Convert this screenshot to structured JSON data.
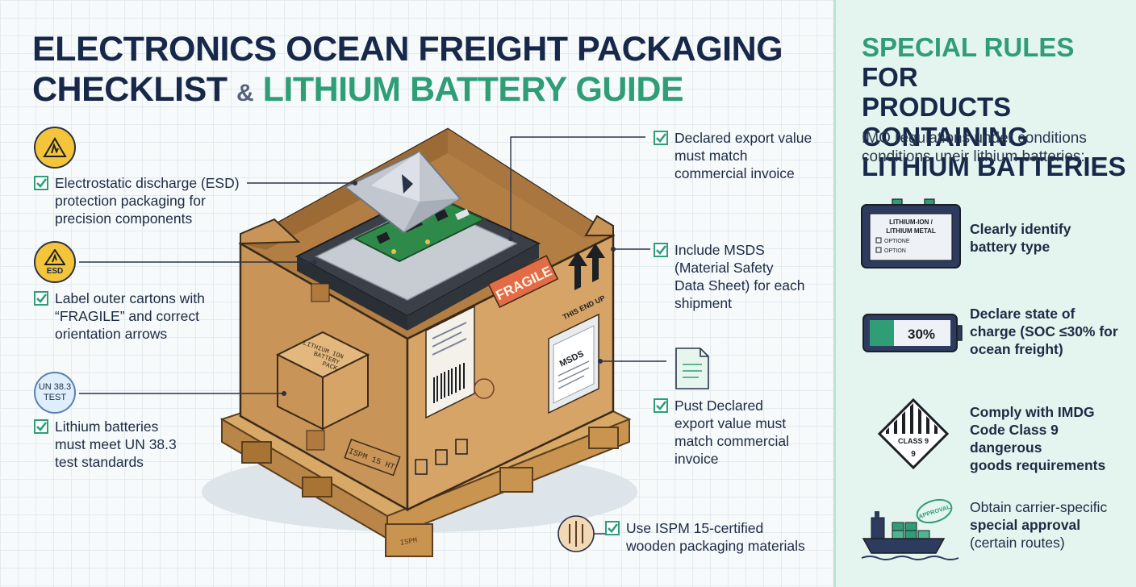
{
  "title": {
    "line1": "ELECTRONICS OCEAN FREIGHT PACKAGING",
    "line2_a": "CHECKLIST",
    "amp": "&",
    "line2_b": "LITHIUM BATTERY GUIDE"
  },
  "left_items": [
    {
      "lines": [
        "Electrostatic discharge (ESD)",
        "protection packaging for",
        "precision components"
      ]
    },
    {
      "lines": [
        "Label outer cartons with",
        "“FRAGILE” and correct",
        "orientation arrows"
      ]
    },
    {
      "lines": [
        "Lithium batteries",
        "must meet UN 38.3",
        "test standards"
      ]
    }
  ],
  "right_items": [
    {
      "lines": [
        "Declared export value",
        "must match",
        "commercial invoice"
      ]
    },
    {
      "lines": [
        "Include MSDS",
        "(Material Safety",
        "Data Sheet) for each",
        "shipment"
      ]
    },
    {
      "lines": [
        "Pust Declared",
        "export value must",
        "match commercial",
        "invoice"
      ]
    },
    {
      "lines": [
        "Use ISPM 15-certified",
        "wooden packaging materials"
      ]
    }
  ],
  "badges": {
    "esd_label": "ESD",
    "un_line1": "UN 38.3",
    "un_line2": "TEST"
  },
  "box_labels": {
    "fragile": "FRAGILE",
    "this_end_up": "THIS END UP",
    "msds": "MSDS",
    "inner_box": [
      "LITHIUM ION",
      "BATTERY",
      "PACK"
    ],
    "ispm": "ISPM 15 HT"
  },
  "sidebar": {
    "title_accent": "SPECIAL RULES",
    "title_rest1": "FOR",
    "title_rest2": "PRODUCTS CONTAINING",
    "title_rest3": "LITHIUM BATTERIES",
    "subtitle": [
      "IMO regulations under conditions",
      "conditions uneir lithium batteries:"
    ],
    "rules": [
      {
        "lines": [
          "Clearly identify",
          "battery type"
        ],
        "bold": true
      },
      {
        "lines": [
          "Declare state of",
          "charge (SOC ≤30% for",
          "ocean freight)"
        ],
        "bold": true
      },
      {
        "lines": [
          "Comply with IMDG",
          "Code Class 9 dangerous",
          "goods requirements"
        ],
        "bold": true
      },
      {
        "lines": [
          "Obtain carrier-specific",
          "special approval",
          "(certain routes)"
        ],
        "bold": false
      }
    ],
    "battery_label": [
      "LITHIUM-ION /",
      "LITHIUM METAL"
    ],
    "battery_options": [
      "OPTIONE",
      "OPTION"
    ],
    "soc_value": "30%",
    "class9_label": "CLASS 9",
    "class9_num": "9",
    "approval_stamp": "APPROVAL"
  },
  "colors": {
    "navy": "#17284a",
    "green": "#2f9e77",
    "cardboard": "#d3a56c",
    "panel_bg": "#e4f5ef"
  }
}
